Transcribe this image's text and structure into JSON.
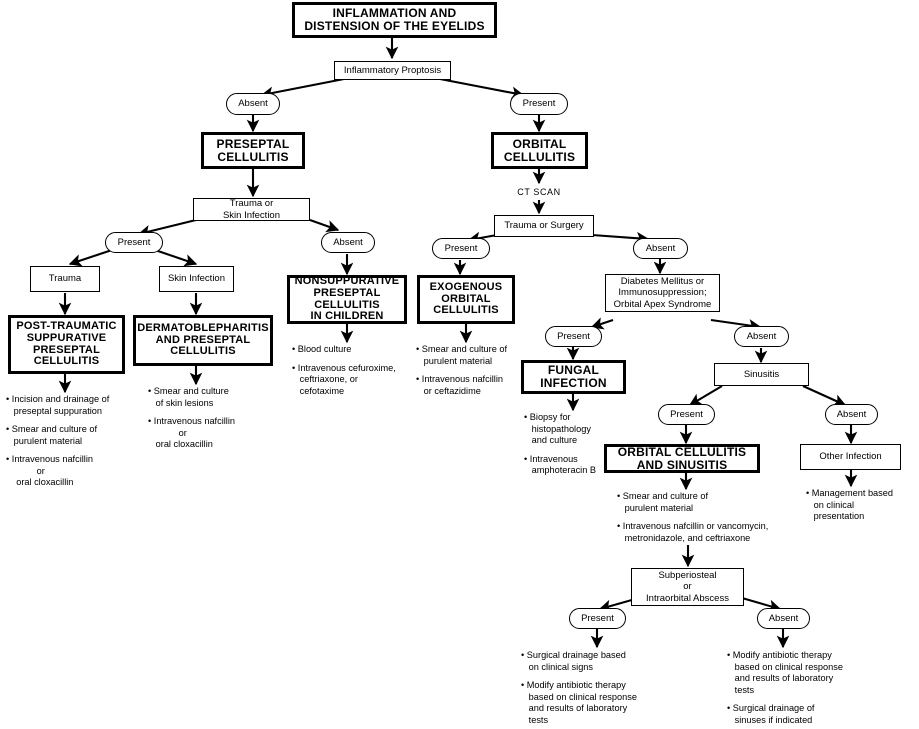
{
  "diagram": {
    "title": "INFLAMMATION AND DISTENSION OF THE EYELIDS",
    "type": "clinical-decision-flowchart"
  },
  "nodes": {
    "root": {
      "line1": "INFLAMMATION AND",
      "line2": "DISTENSION OF THE EYELIDS"
    },
    "q_proptosis": {
      "label": "Inflammatory Proptosis"
    },
    "a_proptosis_absent": {
      "label": "Absent"
    },
    "a_proptosis_present": {
      "label": "Present"
    },
    "dx_preseptal": {
      "line1": "PRESEPTAL",
      "line2": "CELLULITIS"
    },
    "q_trauma_skin": {
      "line1": "Trauma or",
      "line2": "Skin Infection"
    },
    "a_ts_present": {
      "label": "Present"
    },
    "a_ts_absent": {
      "label": "Absent"
    },
    "q_trauma": {
      "label": "Trauma"
    },
    "q_skin": {
      "label": "Skin Infection"
    },
    "dx_posttraumatic": {
      "line1": "POST-TRAUMATIC",
      "line2": "SUPPURATIVE",
      "line3": "PRESEPTAL",
      "line4": "CELLULITIS"
    },
    "dx_dermatoblepharitis": {
      "line1": "DERMATOBLEPHARITIS",
      "line2": "AND PRESEPTAL",
      "line3": "CELLULITIS"
    },
    "dx_nonsuppurative": {
      "line1": "NONSUPPURATIVE",
      "line2": "PRESEPTAL",
      "line3": "CELLULITIS",
      "line4": "IN CHILDREN"
    },
    "dx_orbital": {
      "line1": "ORBITAL",
      "line2": "CELLULITIS"
    },
    "lbl_ctscan": {
      "label": "CT SCAN"
    },
    "q_trauma_surgery": {
      "label": "Trauma or Surgery"
    },
    "a_tsurg_present": {
      "label": "Present"
    },
    "a_tsurg_absent": {
      "label": "Absent"
    },
    "dx_exogenous": {
      "line1": "EXOGENOUS",
      "line2": "ORBITAL",
      "line3": "CELLULITIS"
    },
    "q_diabetes": {
      "line1": "Diabetes Mellitus or",
      "line2": "Immunosuppression;",
      "line3": "Orbital Apex Syndrome"
    },
    "a_dm_present": {
      "label": "Present"
    },
    "a_dm_absent": {
      "label": "Absent"
    },
    "dx_fungal": {
      "line1": "FUNGAL",
      "line2": "INFECTION"
    },
    "q_sinusitis": {
      "label": "Sinusitis"
    },
    "a_sin_present": {
      "label": "Present"
    },
    "a_sin_absent": {
      "label": "Absent"
    },
    "dx_orbital_sinusitis": {
      "line1": "ORBITAL CELLULITIS",
      "line2": "AND SINUSITIS"
    },
    "q_other_infection": {
      "label": "Other Infection"
    },
    "q_abscess": {
      "line1": "Subperiosteal",
      "line2": "or",
      "line3": "Intraorbital Abscess"
    },
    "a_abs_present": {
      "label": "Present"
    },
    "a_abs_absent": {
      "label": "Absent"
    }
  },
  "treatments": {
    "posttraumatic": [
      "• Incision and drainage of\n   preseptal suppuration",
      "• Smear and culture of\n   purulent material",
      "• Intravenous nafcillin\n            or\n    oral cloxacillin"
    ],
    "dermatoblepharitis": [
      "• Smear and culture\n   of skin lesions",
      "• Intravenous nafcillin\n            or\n   oral cloxacillin"
    ],
    "nonsuppurative": [
      "• Blood culture",
      "• Intravenous cefuroxime,\n   ceftriaxone, or\n   cefotaxime"
    ],
    "exogenous": [
      "• Smear and culture of\n   purulent material",
      "• Intravenous nafcillin\n   or ceftazidime"
    ],
    "fungal": [
      "• Biopsy for\n   histopathology\n   and culture",
      "• Intravenous\n   amphoteracin B"
    ],
    "orbital_sinusitis": [
      "• Smear and culture of\n   purulent material",
      "• Intravenous nafcillin or vancomycin,\n   metronidazole, and ceftriaxone"
    ],
    "other_infection": [
      "• Management based\n   on clinical\n   presentation"
    ],
    "abscess_present": [
      "• Surgical drainage based\n   on clinical signs",
      "• Modify antibiotic therapy\n   based on clinical response\n   and results of laboratory\n   tests"
    ],
    "abscess_absent": [
      "• Modify antibiotic therapy\n   based on clinical response\n   and results of laboratory\n   tests",
      "• Surgical drainage of\n   sinuses if indicated"
    ]
  },
  "colors": {
    "ink": "#000000",
    "paper": "#ffffff"
  }
}
